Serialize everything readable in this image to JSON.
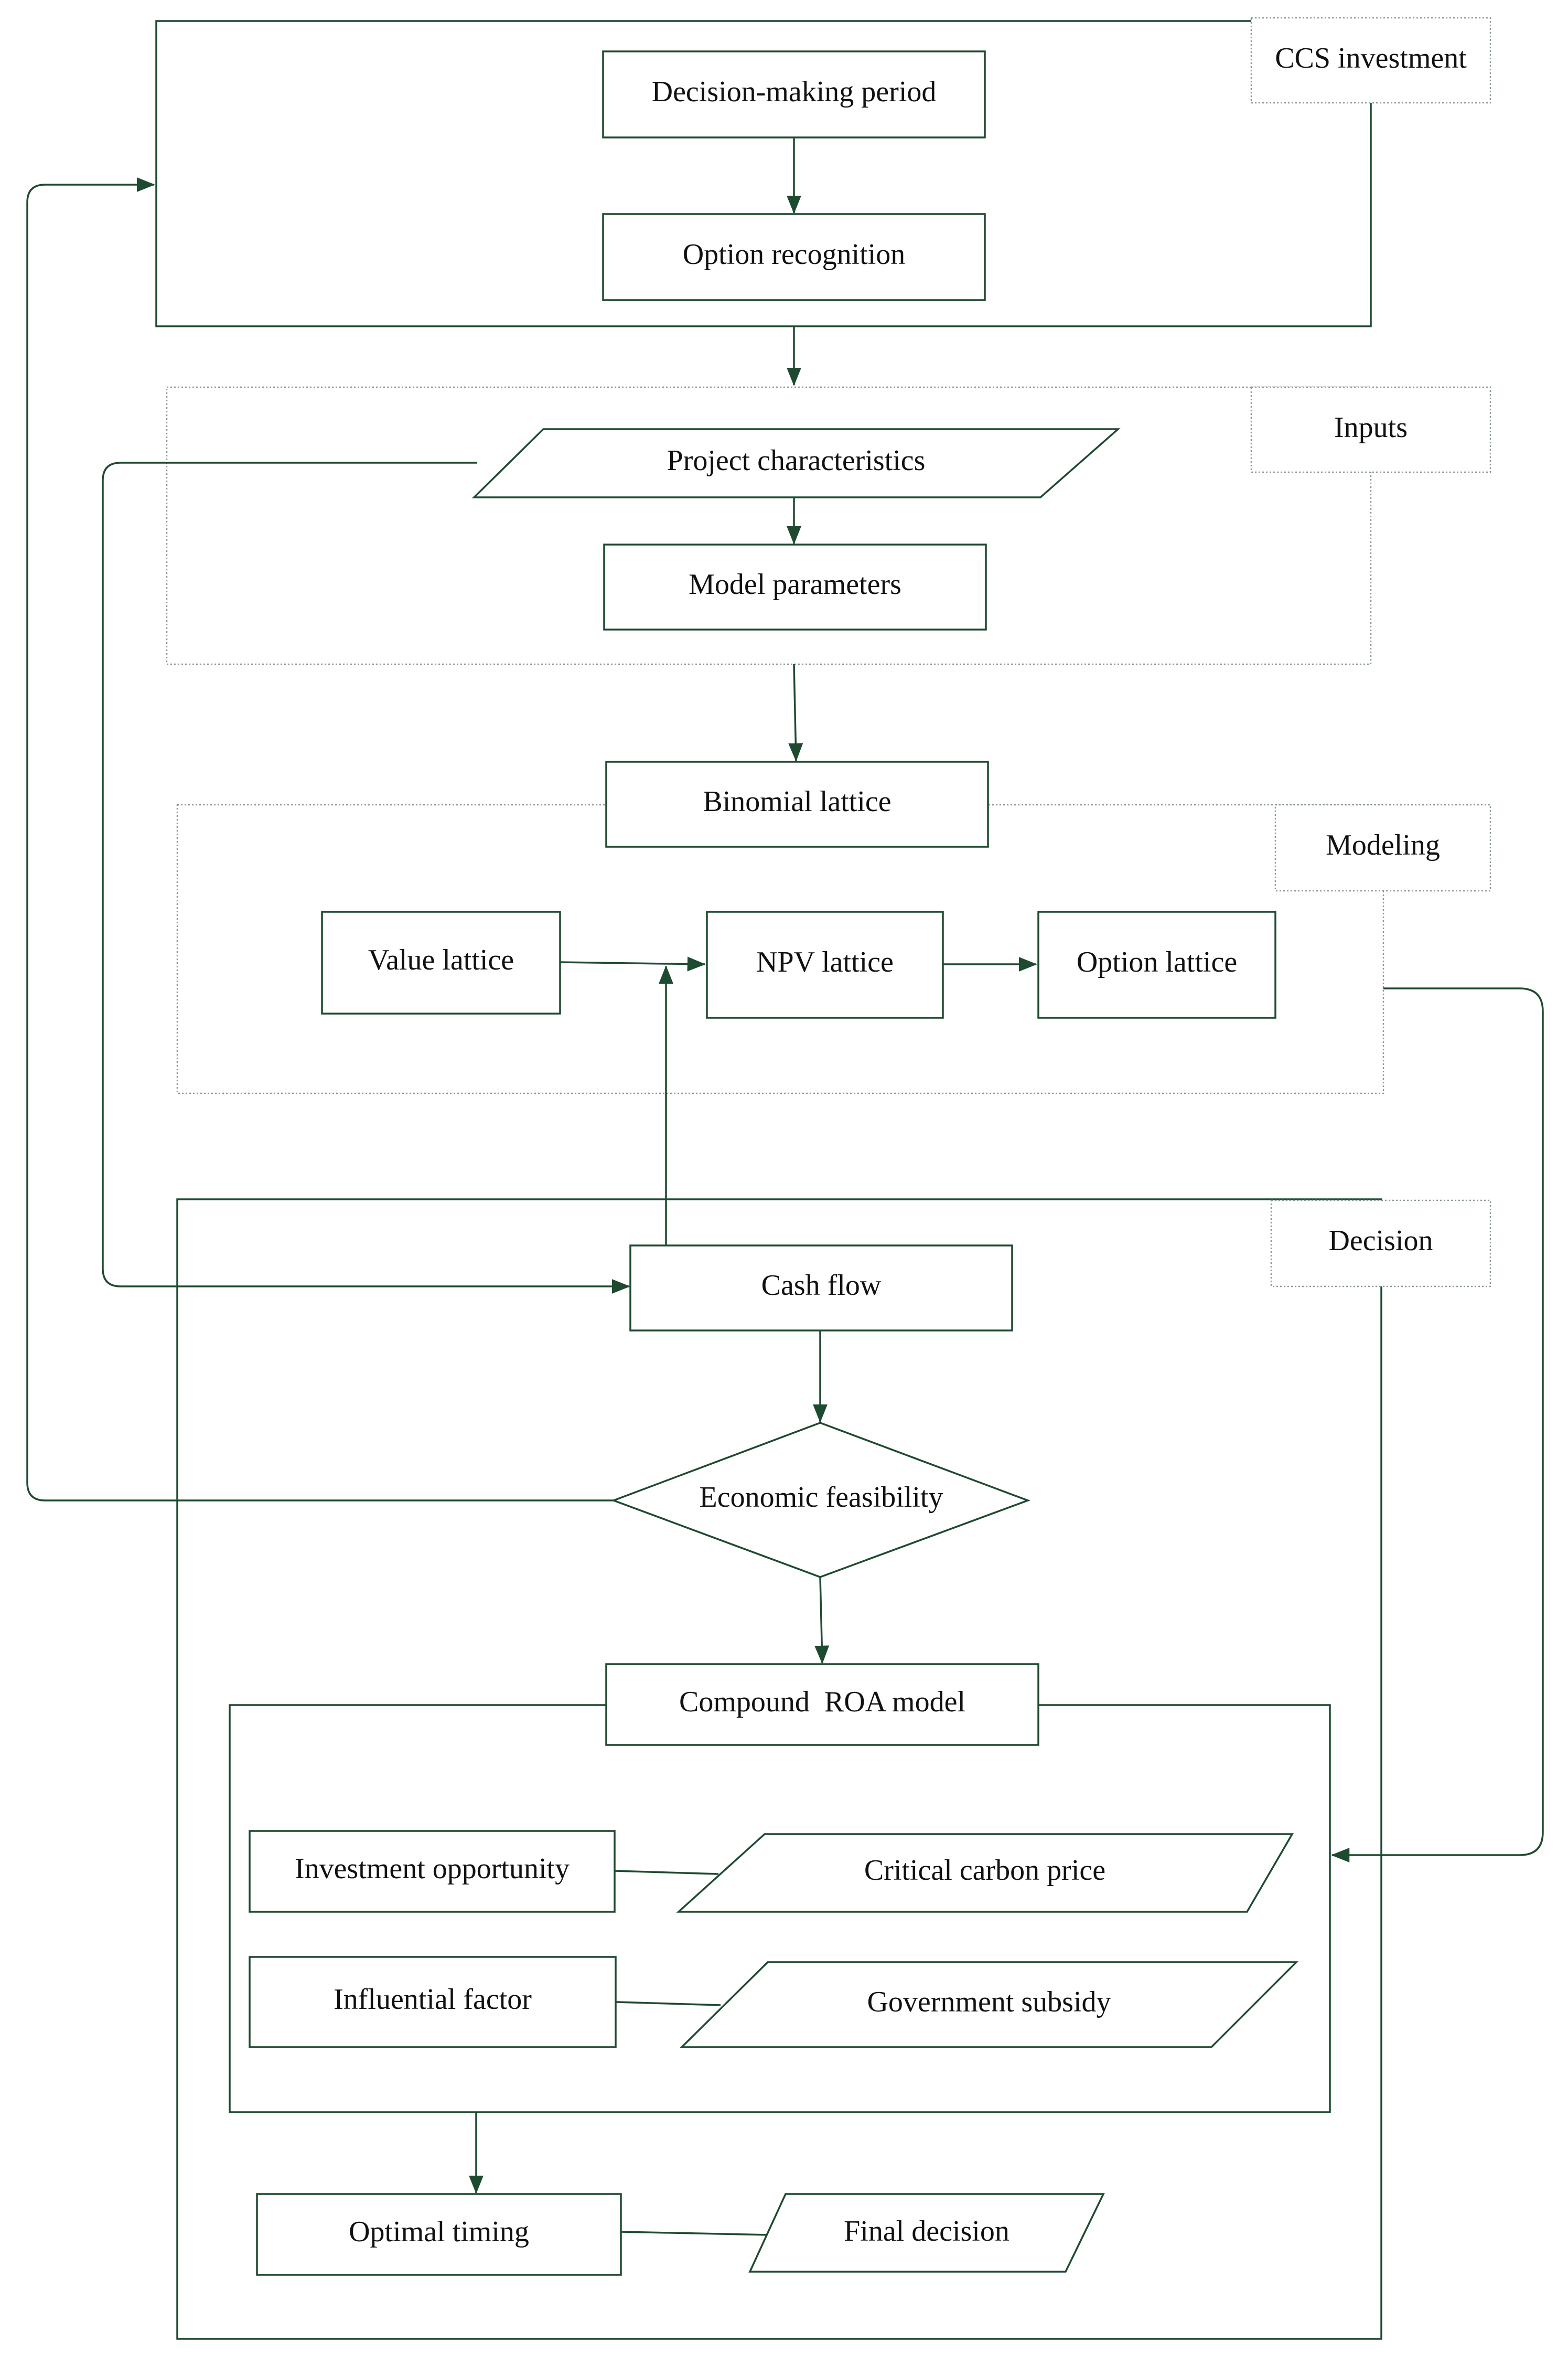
{
  "sections": {
    "ccs": "CCS investment",
    "inputs": "Inputs",
    "modeling": "Modeling",
    "decision": "Decision"
  },
  "nodes": {
    "decision_period": "Decision-making period",
    "option_recognition": "Option recognition",
    "project_characteristics": "Project characteristics",
    "model_parameters": "Model parameters",
    "binomial_lattice": "Binomial lattice",
    "value_lattice": "Value lattice",
    "npv_lattice": "NPV lattice",
    "option_lattice": "Option lattice",
    "cash_flow": "Cash flow",
    "economic_feasibility": "Economic feasibility",
    "compound_roa": "Compound  ROA model",
    "investment_opportunity": "Investment opportunity",
    "critical_carbon_price": "Critical carbon price",
    "influential_factor": "Influential factor",
    "government_subsidy": "Government subsidy",
    "optimal_timing": "Optimal timing",
    "final_decision": "Final decision"
  },
  "colors": {
    "stroke": "#1e4a30",
    "dotted": "#8a9a90"
  }
}
